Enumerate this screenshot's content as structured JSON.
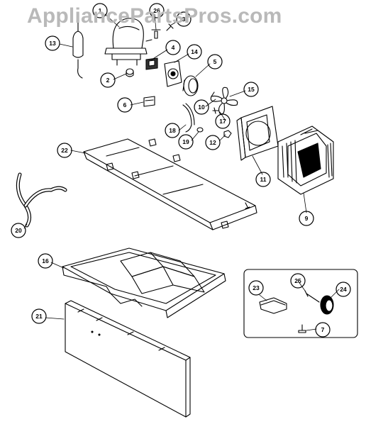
{
  "watermark": "AppliancePartsPros.com",
  "callouts": {
    "c1": "1",
    "c2": "2",
    "c3": "3",
    "c4": "4",
    "c5": "5",
    "c6": "6",
    "c7": "7",
    "c9": "9",
    "c10": "10",
    "c11": "11",
    "c12": "12",
    "c13": "13",
    "c14": "14",
    "c15": "15",
    "c16": "16",
    "c17": "17",
    "c18": "18",
    "c19": "19",
    "c20": "20",
    "c21": "21",
    "c22": "22",
    "c23": "23",
    "c24": "24",
    "c25": "25",
    "c26": "26"
  }
}
